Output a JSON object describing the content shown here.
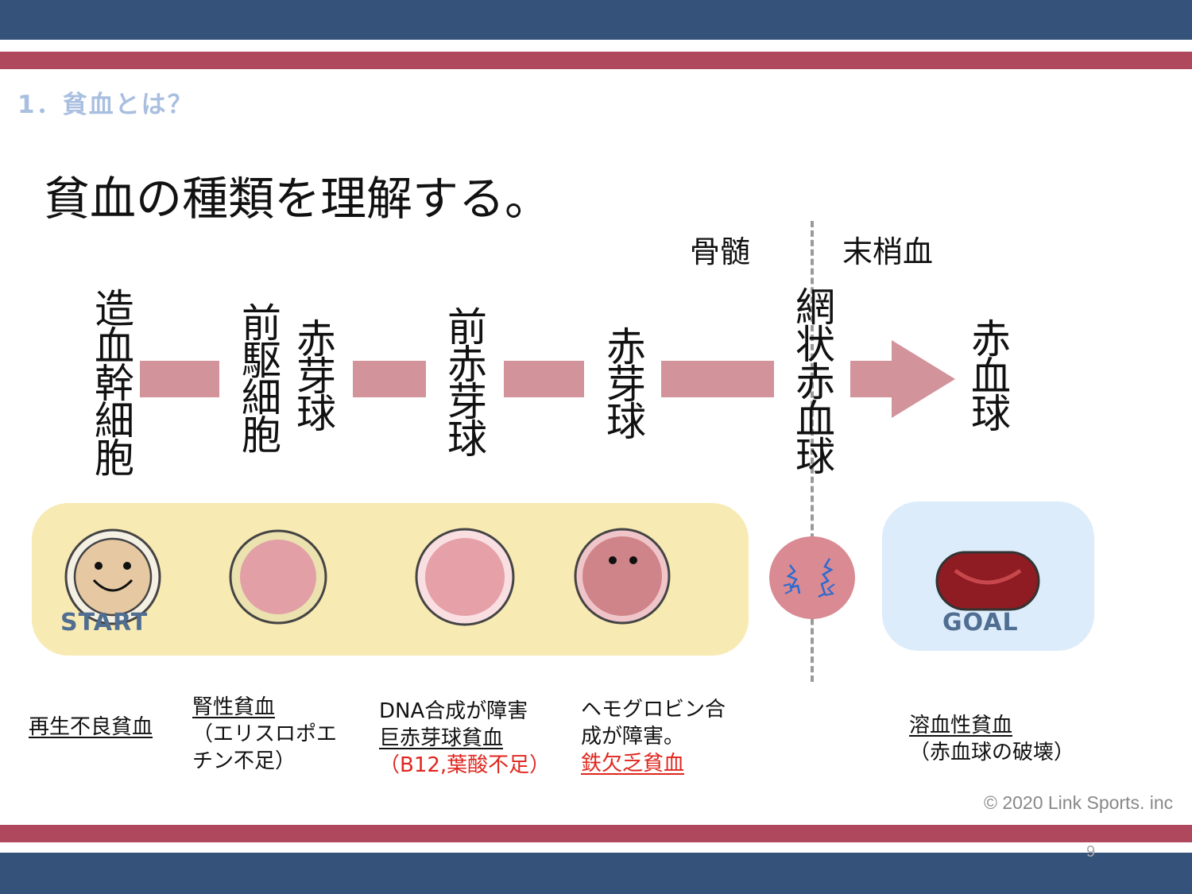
{
  "header": {
    "section_title": "1．貧血とは？"
  },
  "main_title": "貧血の種類を理解する。",
  "regions": {
    "left": "骨髄",
    "right": "末梢血"
  },
  "stages": [
    {
      "label": "造血幹細胞"
    },
    {
      "label_col1": "前駆細胞",
      "label_col2": "赤芽球"
    },
    {
      "label": "前赤芽球"
    },
    {
      "label": "赤芽球"
    },
    {
      "label": "網状赤血球"
    },
    {
      "label": "赤血球"
    }
  ],
  "badges": {
    "start": "START",
    "goal": "GOAL"
  },
  "anemias": [
    {
      "lines": [
        {
          "text": "再生不良貧血",
          "underline": true
        }
      ]
    },
    {
      "lines": [
        {
          "text": "腎性貧血",
          "underline": true
        },
        {
          "text": "（エリスロポエ"
        },
        {
          "text": "チン不足）"
        }
      ]
    },
    {
      "lines": [
        {
          "text": "DNA合成が障害"
        },
        {
          "text": "巨赤芽球貧血",
          "underline": true
        },
        {
          "text": "（B12,葉酸不足）",
          "color": "red"
        }
      ]
    },
    {
      "lines": [
        {
          "text": "ヘモグロビン合"
        },
        {
          "text": "成が障害。"
        },
        {
          "text": "鉄欠乏貧血",
          "underline": true,
          "color": "red"
        }
      ]
    },
    {
      "lines": [
        {
          "text": "溶血性貧血",
          "underline": true
        },
        {
          "text": "（赤血球の破壊）"
        }
      ]
    }
  ],
  "colors": {
    "navy": "#34527a",
    "crimson": "#b0485d",
    "arrow": "#d2939b",
    "highlight_red": "#e0261e"
  },
  "footer": {
    "copyright": "© 2020 Link Sports. inc",
    "page": "9"
  }
}
